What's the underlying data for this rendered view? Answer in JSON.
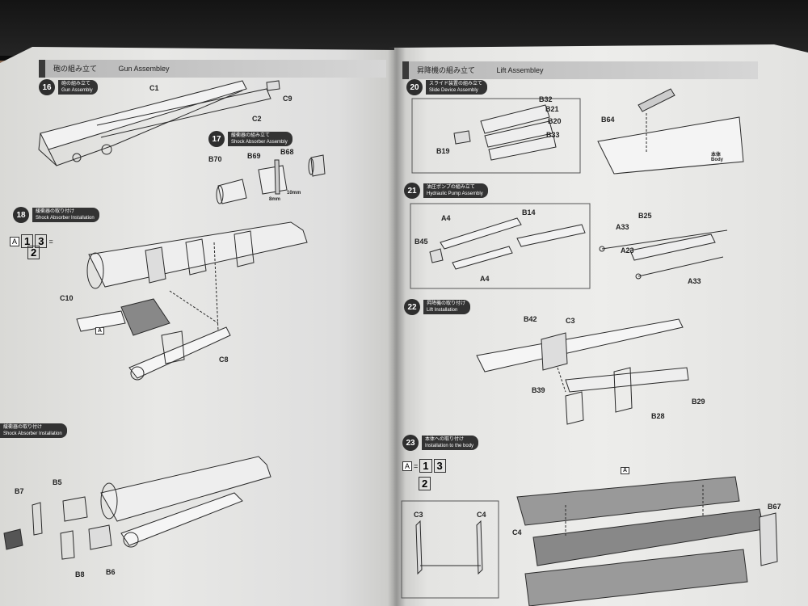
{
  "left_page": {
    "header_jp": "砲の組み立て",
    "header_en": "Gun Assembley",
    "steps": [
      {
        "num": "16",
        "jp": "砲の組み立て",
        "en": "Gun Assembly"
      },
      {
        "num": "17",
        "jp": "緩衝器の組み立て",
        "en": "Shock Absorber Assembly"
      },
      {
        "num": "18",
        "jp": "緩衝器の取り付け",
        "en": "Shock Absorber Installation"
      },
      {
        "num": "",
        "jp": "緩衝器の取り付け",
        "en": "Shock Absorber Installation"
      }
    ],
    "labels": {
      "c1": "C1",
      "c2": "C2",
      "c9": "C9",
      "b70": "B70",
      "b69": "B69",
      "b68": "B68",
      "dim1": "8mm",
      "dim2": "10mm",
      "c10": "C10",
      "c8": "C8",
      "b7": "B7",
      "b5": "B5",
      "b8": "B8",
      "b6": "B6",
      "a_mark": "A"
    },
    "ratio": {
      "a": "A",
      "n1": "1",
      "n3": "3",
      "r1": "=",
      "n2": "2"
    }
  },
  "right_page": {
    "header_jp": "昇降機の組み立て",
    "header_en": "Lift Assembley",
    "steps": [
      {
        "num": "20",
        "jp": "スライド装置の組み立て",
        "en": "Slide Device Assembly"
      },
      {
        "num": "21",
        "jp": "油圧ポンプの組み立て",
        "en": "Hydraulic Pump Assembly"
      },
      {
        "num": "22",
        "jp": "昇降機の取り付け",
        "en": "Lift Installation"
      },
      {
        "num": "23",
        "jp": "本体への取り付け",
        "en": "Installation to the body"
      }
    ],
    "labels": {
      "b32": "B32",
      "b21": "B21",
      "b20": "B20",
      "b33": "B33",
      "b19": "B19",
      "b64": "B64",
      "body_jp": "本体",
      "body_en": "Body",
      "a4_top": "A4",
      "b14": "B14",
      "b45": "B45",
      "a4_bottom": "A4",
      "b25": "B25",
      "a33_top": "A33",
      "a23": "A23",
      "a33_bottom": "A33",
      "b42": "B42",
      "c3": "C3",
      "b39": "B39",
      "b28": "B28",
      "b29": "B29",
      "c3b": "C3",
      "c4b": "C4",
      "c4": "C4",
      "b67": "B67",
      "a_mark": "A"
    },
    "ratio": {
      "a": "A",
      "n1": "1",
      "n3": "3",
      "n2": "2"
    }
  }
}
